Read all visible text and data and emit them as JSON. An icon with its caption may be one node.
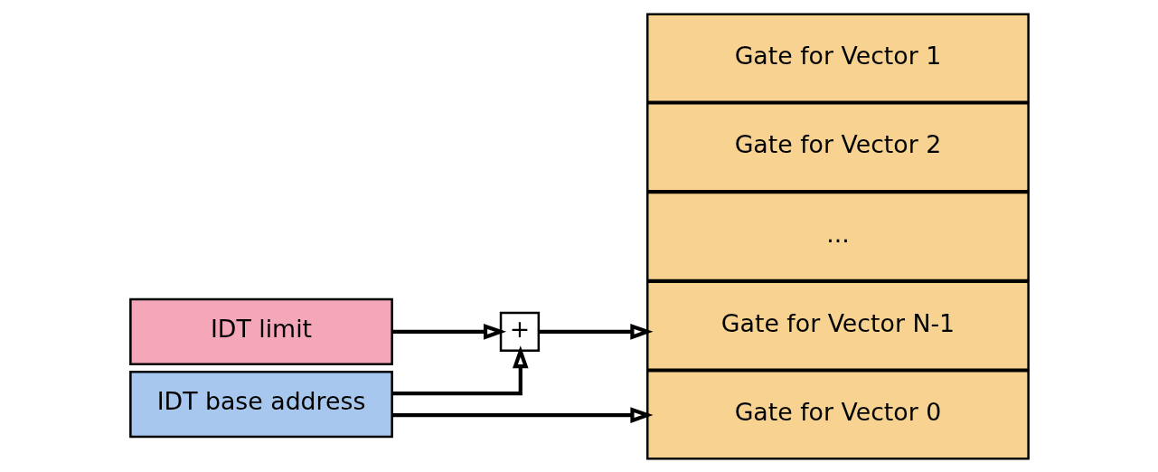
{
  "diagram": {
    "nodes": [
      {
        "text": [
          "IDT base address"
        ]
      },
      {
        "text": [
          "IDT limit"
        ]
      },
      {
        "text": [
          "+"
        ]
      },
      {
        "text": [
          "Gate for Vector N-1"
        ]
      },
      {
        "text": [
          "..."
        ]
      },
      {
        "text": [
          "Gate for Vector 2"
        ]
      },
      {
        "text": [
          "Gate for Vector 1"
        ]
      },
      {
        "text": [
          "Gate for Vector 0"
        ]
      }
    ],
    "edges": [
      {
        "from": 0,
        "to": 2,
        "arrow": "to"
      },
      {
        "from": 1,
        "to": 2,
        "arrow": "to"
      },
      {
        "from": 2,
        "to": 3,
        "arrow": "to"
      },
      {
        "from": 0,
        "to": 7,
        "arrow": "to"
      }
    ]
  }
}
